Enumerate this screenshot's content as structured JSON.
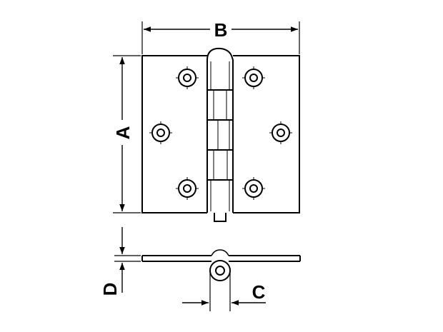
{
  "labels": {
    "width": "B",
    "height": "A",
    "knuckle_diameter": "C",
    "leaf_thickness": "D"
  },
  "colors": {
    "line": "#000000",
    "background": "#ffffff"
  }
}
